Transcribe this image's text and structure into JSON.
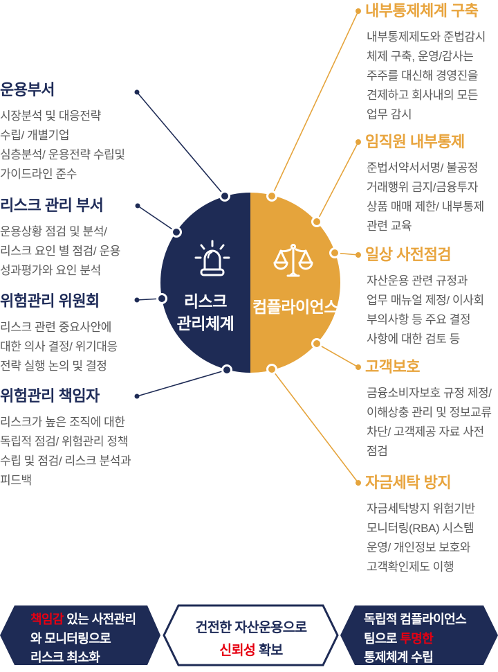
{
  "palette": {
    "navy": "#1E2B55",
    "gold": "#E5A43C",
    "red": "#E60012",
    "body_text": "#5A5A5A",
    "white": "#FFFFFF"
  },
  "center": {
    "left_label": "리스크\n관리체계",
    "right_label": "컴플라이언스",
    "left_icon": "siren-icon",
    "right_icon": "scales-icon"
  },
  "left_sections": [
    {
      "title": "운용부서",
      "body": "시장분석 및 대응전략\n수립/ 개별기업\n심층분석/ 운용전략 수립및\n가이드라인 준수"
    },
    {
      "title": "리스크 관리 부서",
      "body": "운용상황 점검 및 분석/\n리스크 요인 별 점검/ 운용\n성과평가와 요인 분석"
    },
    {
      "title": "위험관리 위원회",
      "body": "리스크 관련 중요사안에\n대한 의사 결정/ 위기대응\n전략 실행 논의 및 결정"
    },
    {
      "title": "위험관리 책임자",
      "body": "리스크가 높은 조직에 대한\n독립적 점검/ 위험관리 정책\n수립 및 점검/ 리스크 분석과\n피드백"
    }
  ],
  "right_sections": [
    {
      "title": "내부통제체계 구축",
      "body": "내부통제제도와 준법감시\n체제 구축, 운영/감사는\n주주를 대신해 경영진을\n견제하고 회사내의 모든\n업무 감시"
    },
    {
      "title": "임직원 내부통제",
      "body": "준법서약서서명/ 불공정\n거래행위 금지/금융투자\n상품 매매 제한/ 내부통제\n관련 교육"
    },
    {
      "title": "일상 사전점검",
      "body": "자산운용 관련 규정과\n업무 매뉴얼 제정/ 이사회\n부의사항 등 주요 결정\n사항에 대한 검토 등"
    },
    {
      "title": "고객보호",
      "body": "금융소비자보호 규정 제정/\n이해상충 관리 및 정보교류\n차단/ 고객제공 자료 사전\n점검"
    },
    {
      "title": "자금세탁 방지",
      "body": "자금세탁방지 위험기반\n모니터링(RBA) 시스템\n운영/ 개인정보 보호와\n고객확인제도 이행"
    }
  ],
  "banners": [
    {
      "style": "navy-filled",
      "line1_highlight": "책임감",
      "line1_rest": " 있는 사전관리",
      "line2": "와 모니터링으로",
      "line3": "리스크 최소화"
    },
    {
      "style": "white-outlined",
      "line1": "건전한 자산운용으로",
      "line2_highlight": "신뢰성",
      "line2_rest": " 확보"
    },
    {
      "style": "navy-filled",
      "line1": "독립적 컴플라이언스",
      "line2_prefix": "팀으로 ",
      "line2_highlight": "투명한",
      "line3": "통제체계 수립"
    }
  ]
}
